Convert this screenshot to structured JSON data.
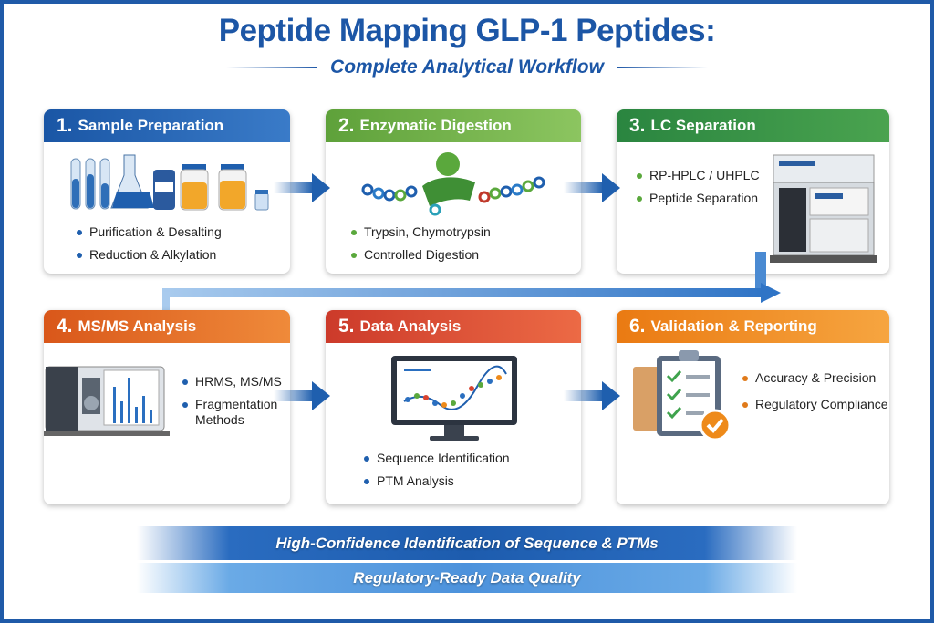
{
  "title": "Peptide Mapping GLP-1 Peptides:",
  "subtitle": "Complete Analytical Workflow",
  "steps": [
    {
      "num": "1.",
      "label": "Sample Preparation",
      "color": "#1f5fae",
      "bullet_color": "#1f5fae",
      "bullets": [
        "Purification & Desalting",
        "Reduction & Alkylation"
      ]
    },
    {
      "num": "2.",
      "label": "Enzymatic Digestion",
      "color": "#6fae45",
      "bullet_color": "#5aa83c",
      "bullets": [
        "Trypsin, Chymotrypsin",
        "Controlled Digestion"
      ]
    },
    {
      "num": "3.",
      "label": "LC Separation",
      "color": "#2e8b3e",
      "bullet_color": "#5aa83c",
      "bullets": [
        "RP-HPLC / UHPLC",
        "Peptide Separation"
      ]
    },
    {
      "num": "4.",
      "label": "MS/MS Analysis",
      "color": "#e0661b",
      "bullet_color": "#1f5fae",
      "bullets": [
        "HRMS, MS/MS",
        "Fragmentation Methods"
      ]
    },
    {
      "num": "5.",
      "label": "Data Analysis",
      "color": "#d9432f",
      "bullet_color": "#1f5fae",
      "bullets": [
        "Sequence Identification",
        "PTM Analysis"
      ]
    },
    {
      "num": "6.",
      "label": "Validation & Reporting",
      "color": "#ee8a1a",
      "bullet_color": "#e07a1a",
      "bullets": [
        "Accuracy & Precision",
        "Regulatory Compliance"
      ]
    }
  ],
  "banners": [
    "High-Confidence Identification of Sequence & PTMs",
    "Regulatory-Ready Data Quality"
  ]
}
